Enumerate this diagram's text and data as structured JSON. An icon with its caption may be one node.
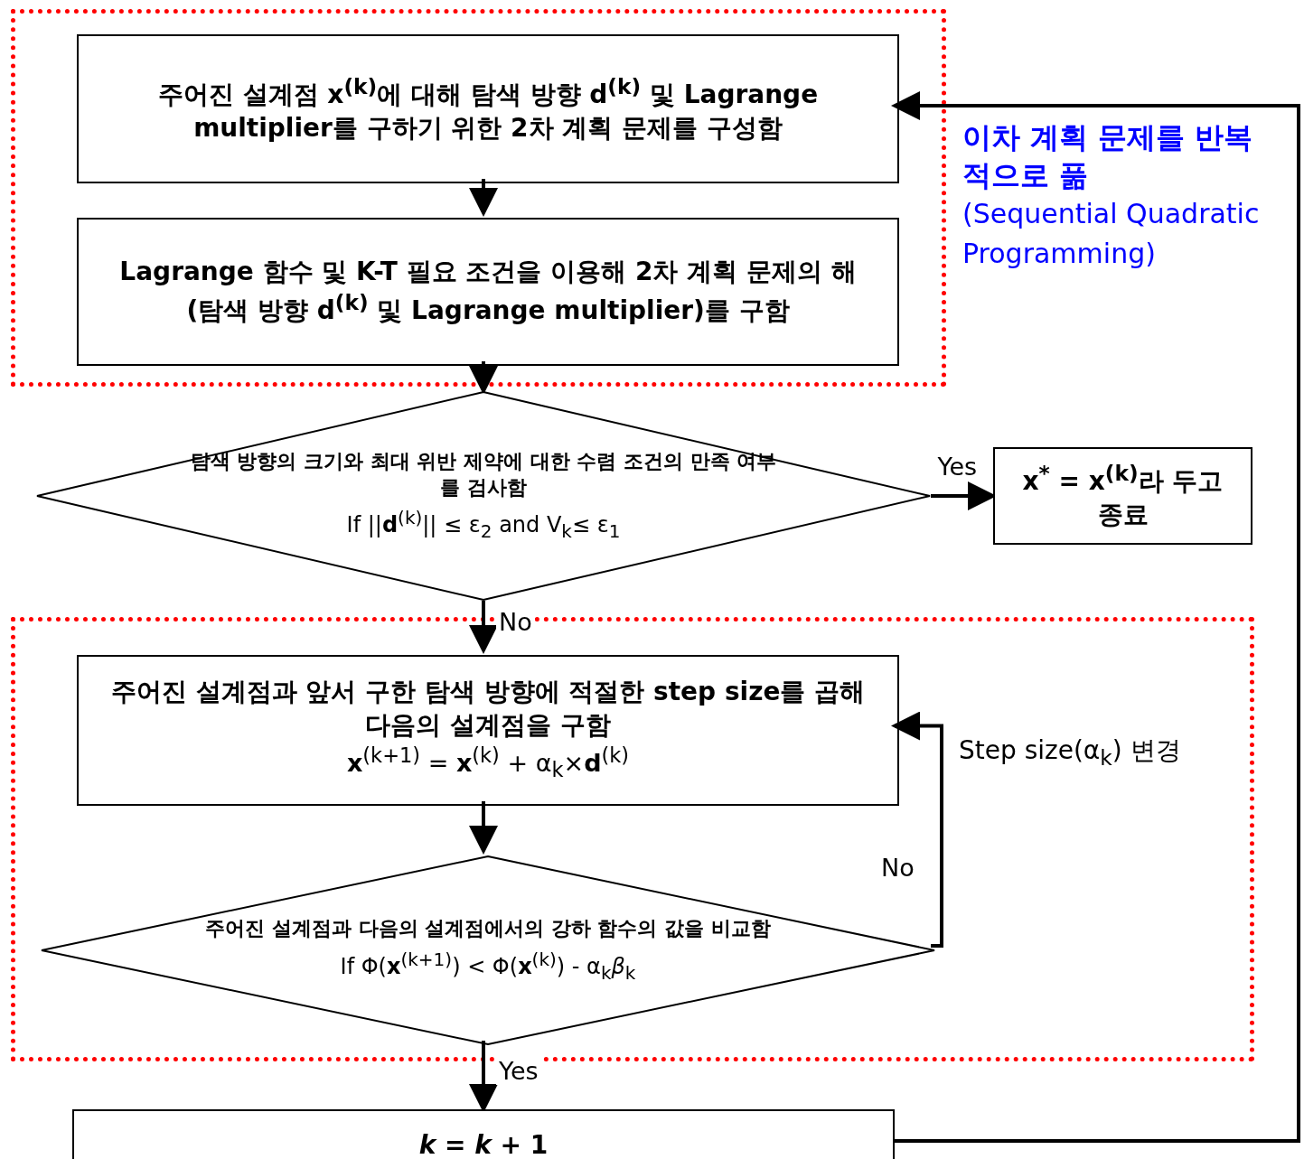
{
  "diagram": {
    "nodes": [
      {
        "text": [],
        "shape": "box",
        "beside": [
          "이차 계획 문제를 반복적으로 풂",
          "(Sequential Quadratic Programming)"
        ]
      },
      {
        "text": [
          "주어진 설계점 x$^{(k)}$에 대해 탐색 방향 d$^{(k)}$ 및 Lagrange multiplier를 구하기 위한 2차 계획 문제를 구성함"
        ],
        "in": 0
      },
      {
        "text": [
          "Lagrange 함수 및 K-T 필요 조건을 이용해 2차 계획 문제의 해(탐색 방향 d$^{(k)}$ 및 Lagrange multiplier)를 구함"
        ],
        "in": 0
      },
      {
        "text": [
          "탐색 방향의 크기와 최대 위반 제약에 대한 수렴 조건의 만족 여부를 검사함",
          "If ||**d**$^{(k)}$|| ≤ ε$_{2}$ and V$_{k}$≤ ε$_{1}$"
        ]
      },
      {
        "text": [
          "x$^{*}$ = x$^{(k)}$라 두고 종료"
        ]
      },
      {
        "text": [],
        "shape": "box"
      },
      {
        "text": [
          "주어진 설계점과 앞서 구한 탐색 방향에 적절한 step size를 곱해 다음의 설계점을 구함",
          "**x**$^{(k+1)}$ = **x**$^{(k)}$ + α$_{k}$×**d**$^{(k)}$"
        ],
        "in": 5
      },
      {
        "text": [
          "주어진 설계점과 다음의 설계점에서의 강하 함수의 값을 비교함",
          "If Φ(**x**$^{(k+1)}$) < Φ(**x**$^{(k)}$) - α$_{k}$*β*$_{k}$"
        ],
        "in": 5
      },
      {
        "text": [
          "*k* = *k* + 1"
        ]
      }
    ],
    "edges": [
      {
        "from": 1,
        "to": 2,
        "arrow": "to"
      },
      {
        "from": 2,
        "to": 3,
        "arrow": "to"
      },
      {
        "from": 3,
        "to": 4,
        "arrow": "to",
        "label": "Yes"
      },
      {
        "from": 3,
        "to": 6,
        "arrow": "to",
        "label": "No"
      },
      {
        "from": 6,
        "to": 7,
        "arrow": "to"
      },
      {
        "from": 7,
        "to": 6,
        "arrow": "to",
        "label": "No"
      },
      {
        "from": 7,
        "to": 8,
        "arrow": "to",
        "label": "Yes"
      },
      {
        "from": 8,
        "to": 1,
        "arrow": "to"
      }
    ],
    "labels": [
      "Step size(α$_{k}$) 변경"
    ]
  }
}
